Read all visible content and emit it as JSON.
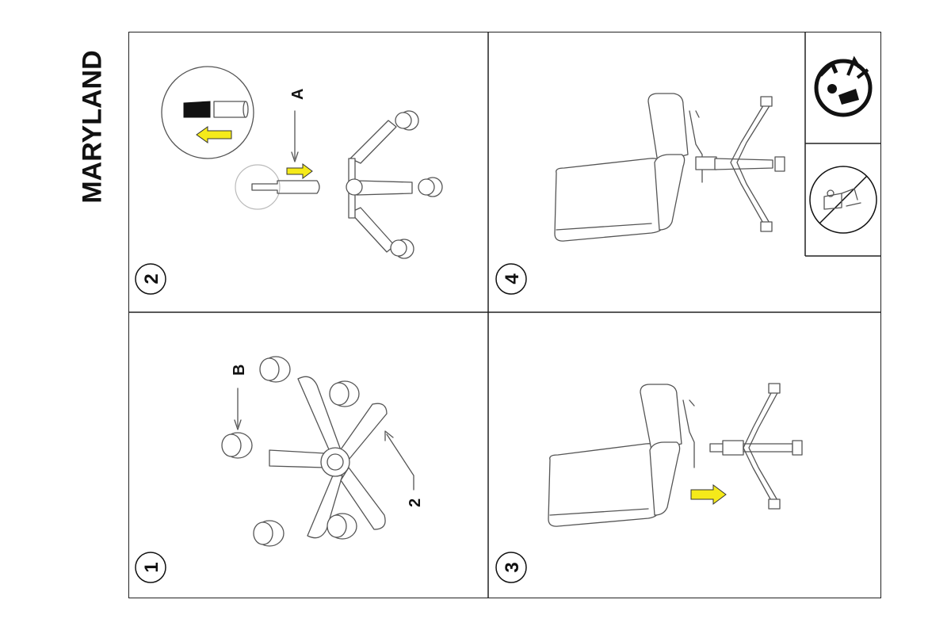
{
  "title": "MARYLAND",
  "steps": [
    {
      "number": "1",
      "labels": [
        "B",
        "2"
      ]
    },
    {
      "number": "2",
      "labels": [
        "A"
      ]
    },
    {
      "number": "3",
      "labels": []
    },
    {
      "number": "4",
      "labels": []
    }
  ],
  "icons": {
    "assembly_warning": "rotation-warning-icon",
    "no_tilt": "no-tilt-icon"
  },
  "colors": {
    "arrow": "#f5ea1a",
    "line": "#555555",
    "border": "#222222"
  }
}
